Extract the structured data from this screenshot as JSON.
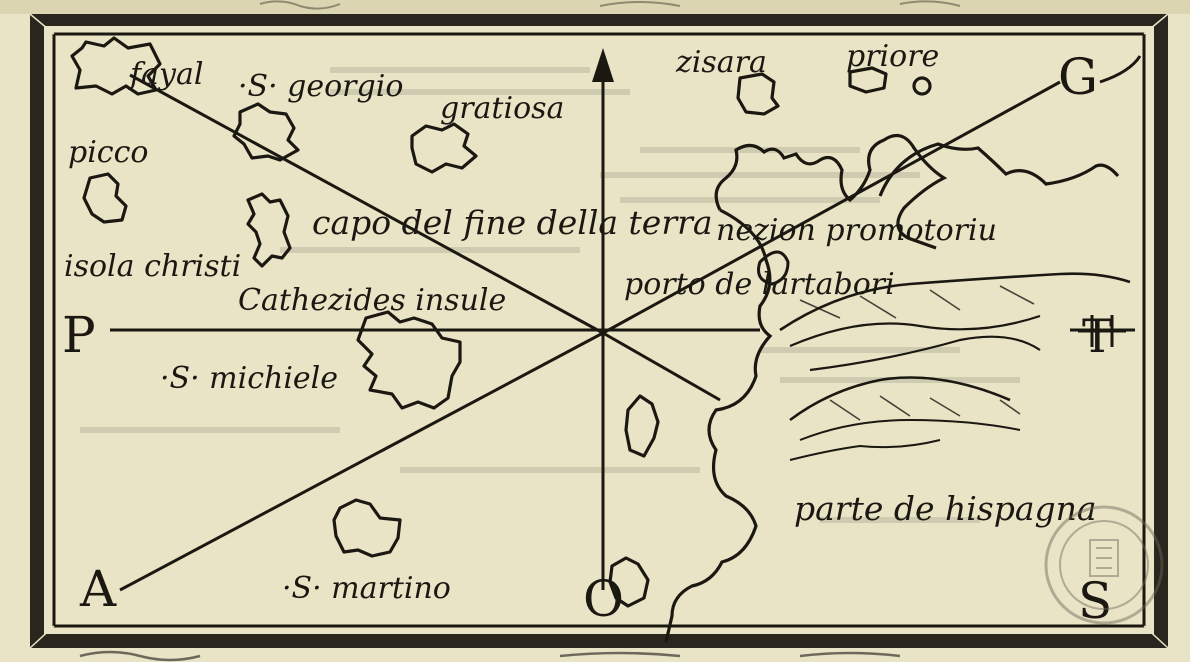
{
  "map": {
    "places": {
      "fayal": "fayal",
      "s_georgio": "·S· georgio",
      "gratiosa": "gratiosa",
      "picco": "picco",
      "isola_christi": "isola christi",
      "capo_del_fine": "capo del fine della terra",
      "cathezides_insule": "Cathezides insule",
      "s_michiele": "·S· michiele",
      "s_martino": "·S· martino",
      "zisara": "zisara",
      "priore": "priore",
      "nezion_promotoriu": "nezion promotoriu",
      "porto_artabori": "porto de lartabori",
      "parte_de_hispagna": "parte de hispagna"
    },
    "compass": {
      "north_west": "A",
      "west": "P",
      "north_east": "G",
      "east": "T",
      "south": "O",
      "south_east": "S"
    },
    "colors": {
      "paper": "#e9e4c6",
      "ink": "#1b1812",
      "border_fill": "#2a261d"
    }
  }
}
